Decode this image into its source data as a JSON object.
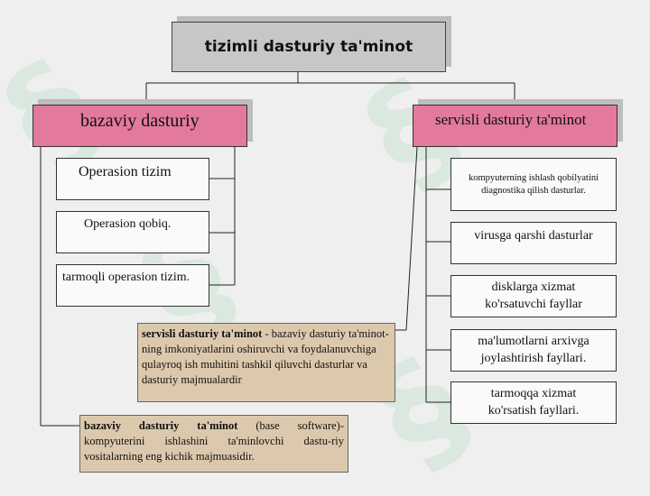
{
  "root": {
    "label": "tizimli dasturiy ta'minot"
  },
  "left": {
    "title": "bazaviy dasturiy",
    "items": [
      {
        "label": "Operasion tizim"
      },
      {
        "label": "Operasion qobiq."
      },
      {
        "label": "tarmoqli operasion tizim."
      }
    ],
    "note": {
      "term": "bazaviy dasturiy ta'minot",
      "text": " (base software)- kompyuterini ishlashini ta'minlovchi dastu-riy vositalarning eng kichik majmuasidir."
    }
  },
  "right": {
    "title": "servisli dasturiy ta'minot",
    "items": [
      {
        "label": "kompyuterning ishlash qobilyatini diagnostika qilish dasturlar."
      },
      {
        "label": "virusga qarshi dasturlar"
      },
      {
        "label": "disklarga xizmat ko'rsatuvchi fayllar"
      },
      {
        "label": "ma'lumotlarni arxivga joylashtirish fayllari."
      },
      {
        "label": "tarmoqqa xizmat ko'rsatish fayllari."
      }
    ],
    "note": {
      "term": "servisli dasturiy ta'minot",
      "text": " - bazaviy dasturiy ta'minot-ning imkoniyatlarini oshiruvchi va foydalanuvchiga qulayroq ish muhitini tashkil qiluvchi dasturlar va dasturiy majmualardir"
    }
  },
  "colors": {
    "root_fill": "#c7c7c7",
    "head_fill": "#e3799e",
    "note_fill": "#dcc9ad",
    "background": "#efefef"
  }
}
